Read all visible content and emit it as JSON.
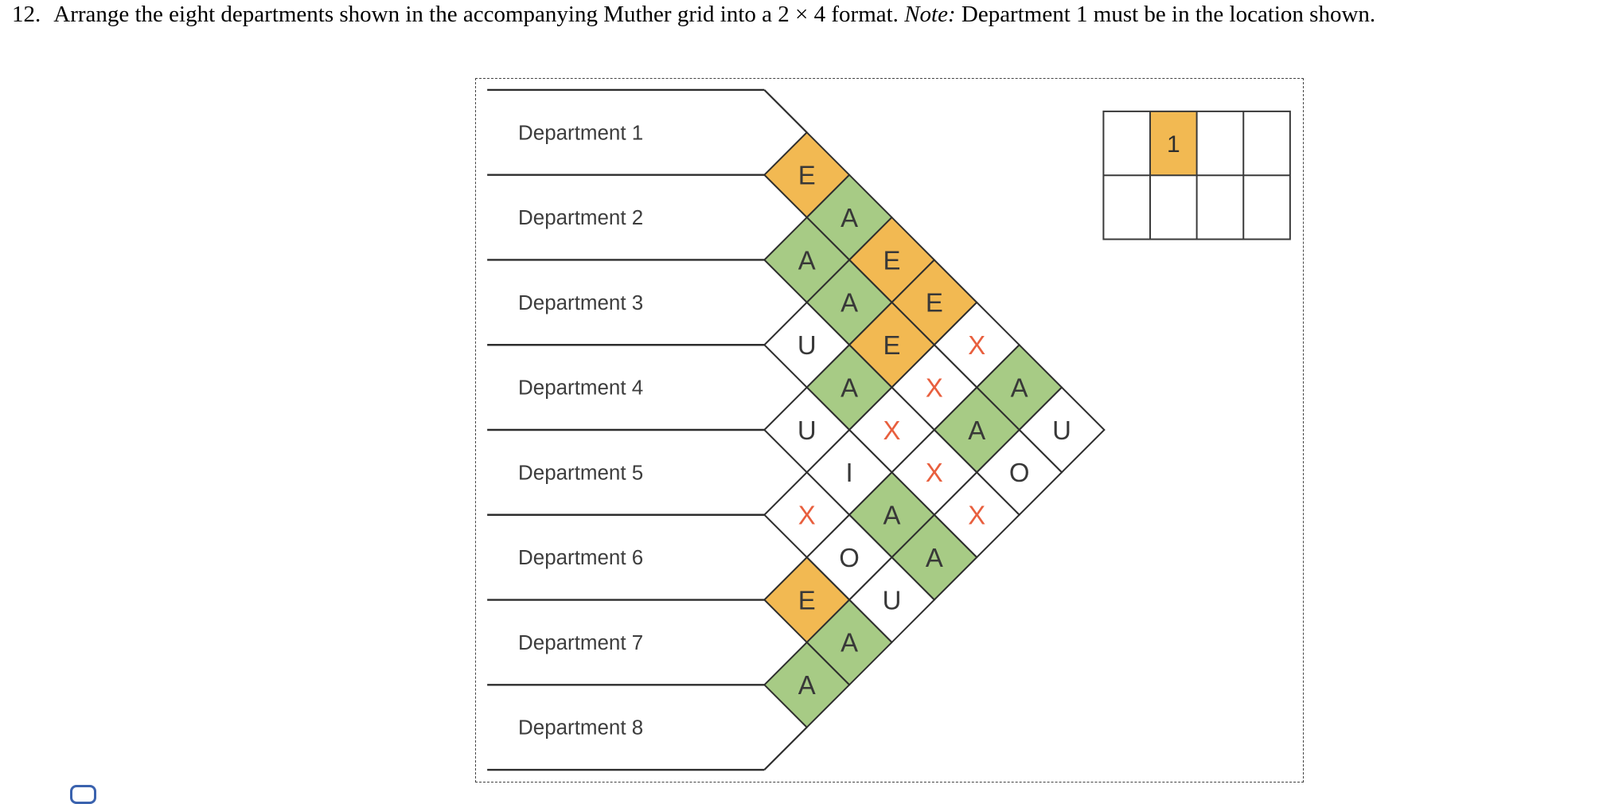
{
  "question": {
    "number": "12.",
    "text_before_note": "Arrange the eight departments shown in the accompanying Muther grid into a 2 × 4 format. ",
    "note_label": "Note:",
    "text_after_note": " Department 1 must be in the location shown."
  },
  "muther": {
    "departments": [
      "Department 1",
      "Department 2",
      "Department 3",
      "Department 4",
      "Department 5",
      "Department 6",
      "Department 7",
      "Department 8"
    ],
    "relationships": [
      [
        "E",
        "A",
        "E",
        "E",
        "X",
        "A",
        "U"
      ],
      [
        "A",
        "A",
        "E",
        "X",
        "A",
        "O"
      ],
      [
        "U",
        "A",
        "X",
        "X",
        "X"
      ],
      [
        "U",
        "I",
        "A",
        "A"
      ],
      [
        "X",
        "O",
        "U"
      ],
      [
        "E",
        "A"
      ],
      [
        "A"
      ]
    ],
    "rating_fill_colors": {
      "A": "#a7cb85",
      "E": "#f2b952",
      "I": "#ffffff",
      "O": "#ffffff",
      "U": "#ffffff",
      "X": "#ffffff"
    },
    "rating_text_colors": {
      "default": "#383838",
      "X": "#e85f3e"
    }
  },
  "answer_grid": {
    "rows": 2,
    "cols": 4,
    "highlight": {
      "row": 0,
      "col": 1,
      "label": "1",
      "fill": "#f2b952"
    }
  },
  "icons": {
    "bottom_left": "bookmark-icon"
  }
}
